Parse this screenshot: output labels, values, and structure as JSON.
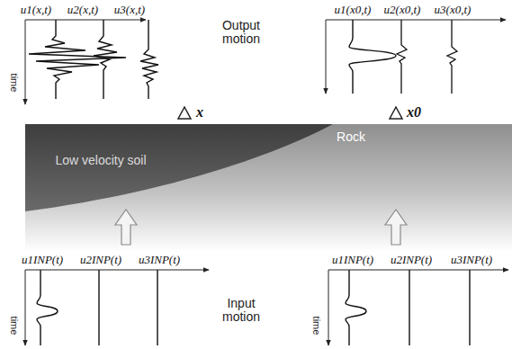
{
  "diagram": {
    "nodes": [
      {
        "text": [
          "Low velocity soil"
        ]
      },
      {
        "text": [
          "Rock"
        ]
      }
    ],
    "labels": [
      "u1(x,t)",
      "u2(x,t)",
      "u3(x,t)",
      "u1(x0,t)",
      "u2(x0,t)",
      "u3(x0,t)",
      "time",
      "Output motion",
      "x",
      "x0",
      "u1INP(t)",
      "u2INP(t)",
      "u3INP(t)",
      "u1INP(t)",
      "u2INP(t)",
      "u3INP(t)",
      "time",
      "Input motion",
      "time"
    ]
  }
}
